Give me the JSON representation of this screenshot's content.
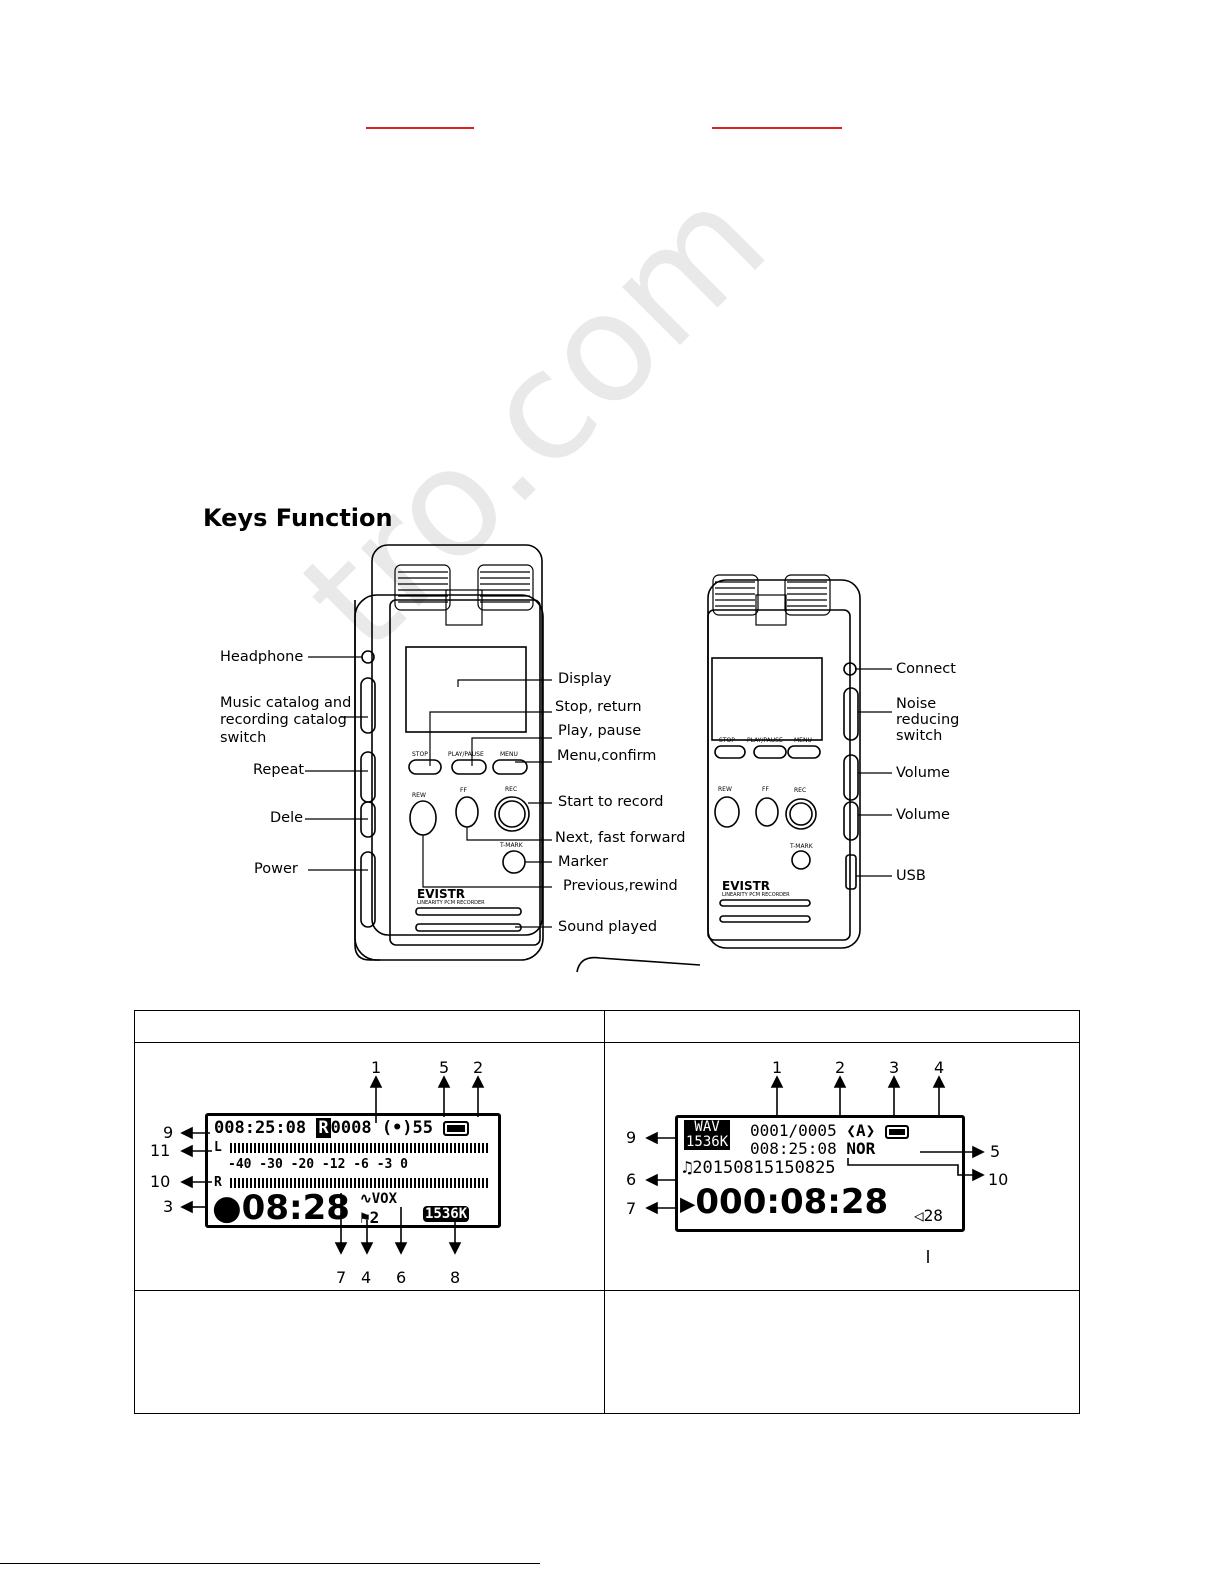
{
  "section_title": "Keys Function",
  "watermark_text": "tro.com",
  "device_left": {
    "brand": "EVISTR",
    "subtitle": "LINEARITY PCM RECORDER",
    "button_labels": [
      "STOP",
      "PLAY/PAUSE",
      "MENU",
      "REW",
      "FF",
      "REC",
      "T-MARK"
    ],
    "callouts_left": [
      "Headphone",
      "Music catalog and",
      "recording catalog",
      "switch",
      "Repeat",
      "Dele",
      "Power"
    ],
    "callouts_right": [
      "Display",
      "Stop, return",
      "Play, pause",
      "Menu,confirm",
      "Start to record",
      "Next, fast forward",
      "Marker",
      "Previous,rewind",
      "Sound played"
    ]
  },
  "device_right": {
    "brand": "EVISTR",
    "subtitle": "LINEARITY PCM RECORDER",
    "button_labels": [
      "STOP",
      "PLAY/PAUSE",
      "MENU",
      "REW",
      "FF",
      "REC",
      "T-MARK"
    ],
    "callouts": [
      "Connect",
      "Noise",
      "reducing",
      "switch",
      "Volume",
      "Volume",
      "USB"
    ]
  },
  "record_screen": {
    "top_time": "008:25:08",
    "r_badge": "R",
    "file_no": "0008",
    "mic_level": "55",
    "level_scale": "-40 -30 -20 -12  -6  -3   0",
    "channel_l": "L",
    "channel_r": "R",
    "big_time": "08:28",
    "vox": "VOX",
    "mark_count": "2",
    "bitrate": "1536K",
    "numbers": [
      "1",
      "5",
      "2",
      "9",
      "11",
      "10",
      "3",
      "7",
      "4",
      "6",
      "8"
    ]
  },
  "play_screen": {
    "format": "WAV",
    "bitrate": "1536K",
    "track": "0001/0005",
    "total_time": "008:25:08",
    "eq": "NOR",
    "filename": "20150815150825",
    "big_time": "000:08:28",
    "volume": "28",
    "repeat_mode": "A",
    "numbers": [
      "1",
      "2",
      "3",
      "4",
      "9",
      "5",
      "6",
      "10",
      "7"
    ]
  }
}
